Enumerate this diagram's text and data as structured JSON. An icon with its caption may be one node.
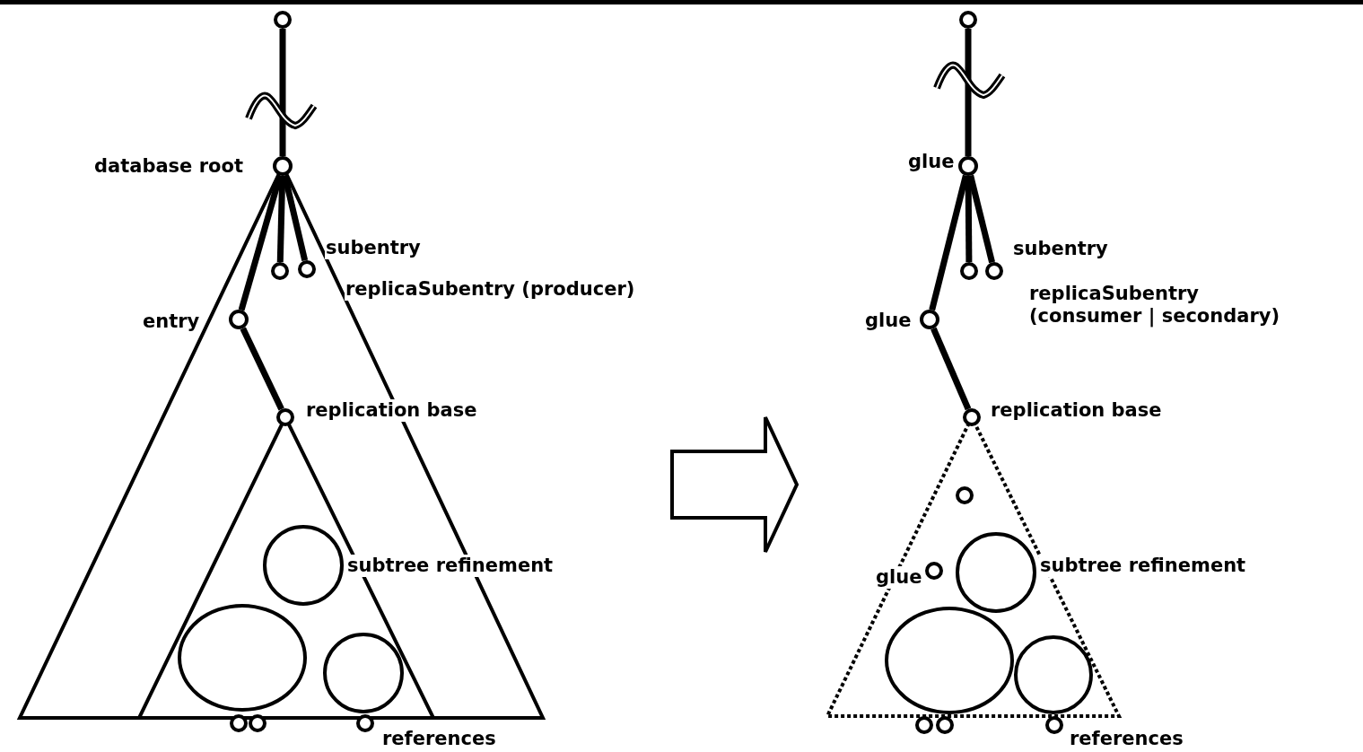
{
  "diagram": {
    "nodes": [
      {
        "text": [],
        "shape": "circle"
      },
      {
        "text": [],
        "shape": "circle",
        "beside": [
          "database root"
        ]
      },
      {
        "text": [],
        "shape": "circle"
      },
      {
        "text": [],
        "shape": "circle",
        "beside": [
          "subentry",
          "replicaSubentry (producer)"
        ]
      },
      {
        "text": [],
        "shape": "circle",
        "beside": [
          "entry"
        ]
      },
      {
        "text": [],
        "shape": "circle",
        "beside": [
          "replication base"
        ]
      },
      {
        "text": [],
        "shape": "circle",
        "beside": [
          "subtree refinement"
        ]
      },
      {
        "text": [],
        "shape": "ellipse"
      },
      {
        "text": [],
        "shape": "circle"
      },
      {
        "text": [],
        "shape": "circle"
      },
      {
        "text": [],
        "shape": "circle"
      },
      {
        "text": [],
        "shape": "circle",
        "beside": [
          "references"
        ]
      },
      {
        "text": [],
        "shape": "circle"
      },
      {
        "text": [],
        "shape": "circle",
        "beside": [
          "glue"
        ]
      },
      {
        "text": [],
        "shape": "circle"
      },
      {
        "text": [],
        "shape": "circle",
        "beside": [
          "subentry",
          "replicaSubentry (consumer | secondary)"
        ]
      },
      {
        "text": [],
        "shape": "circle",
        "beside": [
          "glue"
        ]
      },
      {
        "text": [],
        "shape": "circle",
        "beside": [
          "replication base"
        ]
      },
      {
        "text": [],
        "shape": "circle"
      },
      {
        "text": [],
        "shape": "circle",
        "beside": [
          "glue"
        ]
      },
      {
        "text": [],
        "shape": "circle",
        "beside": [
          "subtree refinement"
        ]
      },
      {
        "text": [],
        "shape": "ellipse"
      },
      {
        "text": [],
        "shape": "circle"
      },
      {
        "text": [],
        "shape": "circle"
      },
      {
        "text": [],
        "shape": "circle"
      },
      {
        "text": [],
        "shape": "circle",
        "beside": [
          "references"
        ]
      }
    ],
    "edges": [
      {
        "from": 0,
        "to": 1,
        "arrow": "none"
      },
      {
        "from": 1,
        "to": 2,
        "arrow": "none"
      },
      {
        "from": 1,
        "to": 3,
        "arrow": "none"
      },
      {
        "from": 1,
        "to": 4,
        "arrow": "none"
      },
      {
        "from": 4,
        "to": 5,
        "arrow": "none"
      },
      {
        "from": 12,
        "to": 13,
        "arrow": "none"
      },
      {
        "from": 13,
        "to": 14,
        "arrow": "none"
      },
      {
        "from": 13,
        "to": 15,
        "arrow": "none"
      },
      {
        "from": 13,
        "to": 16,
        "arrow": "none"
      },
      {
        "from": 16,
        "to": 17,
        "arrow": "none"
      }
    ]
  }
}
